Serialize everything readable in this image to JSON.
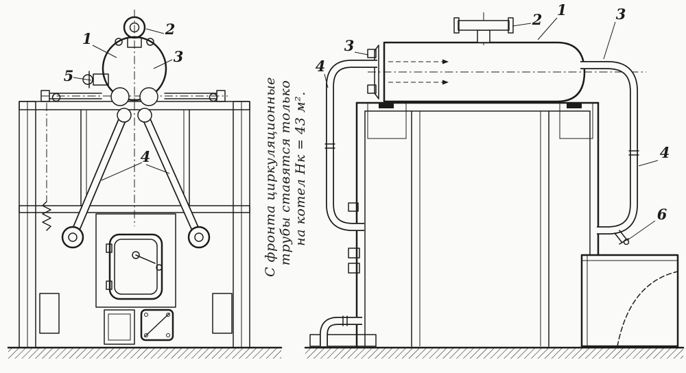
{
  "colors": {
    "ink": "#1c1c1c",
    "paper": "#fafaf8"
  },
  "annotation": {
    "lines": [
      "С фронта циркуляционные",
      "трубы ставятся только",
      "на котел Нк = 43 м²."
    ]
  },
  "callouts": {
    "front": [
      "1",
      "2",
      "3",
      "5",
      "4"
    ],
    "side": [
      "2",
      "1",
      "3",
      "3",
      "4",
      "4",
      "6"
    ]
  }
}
